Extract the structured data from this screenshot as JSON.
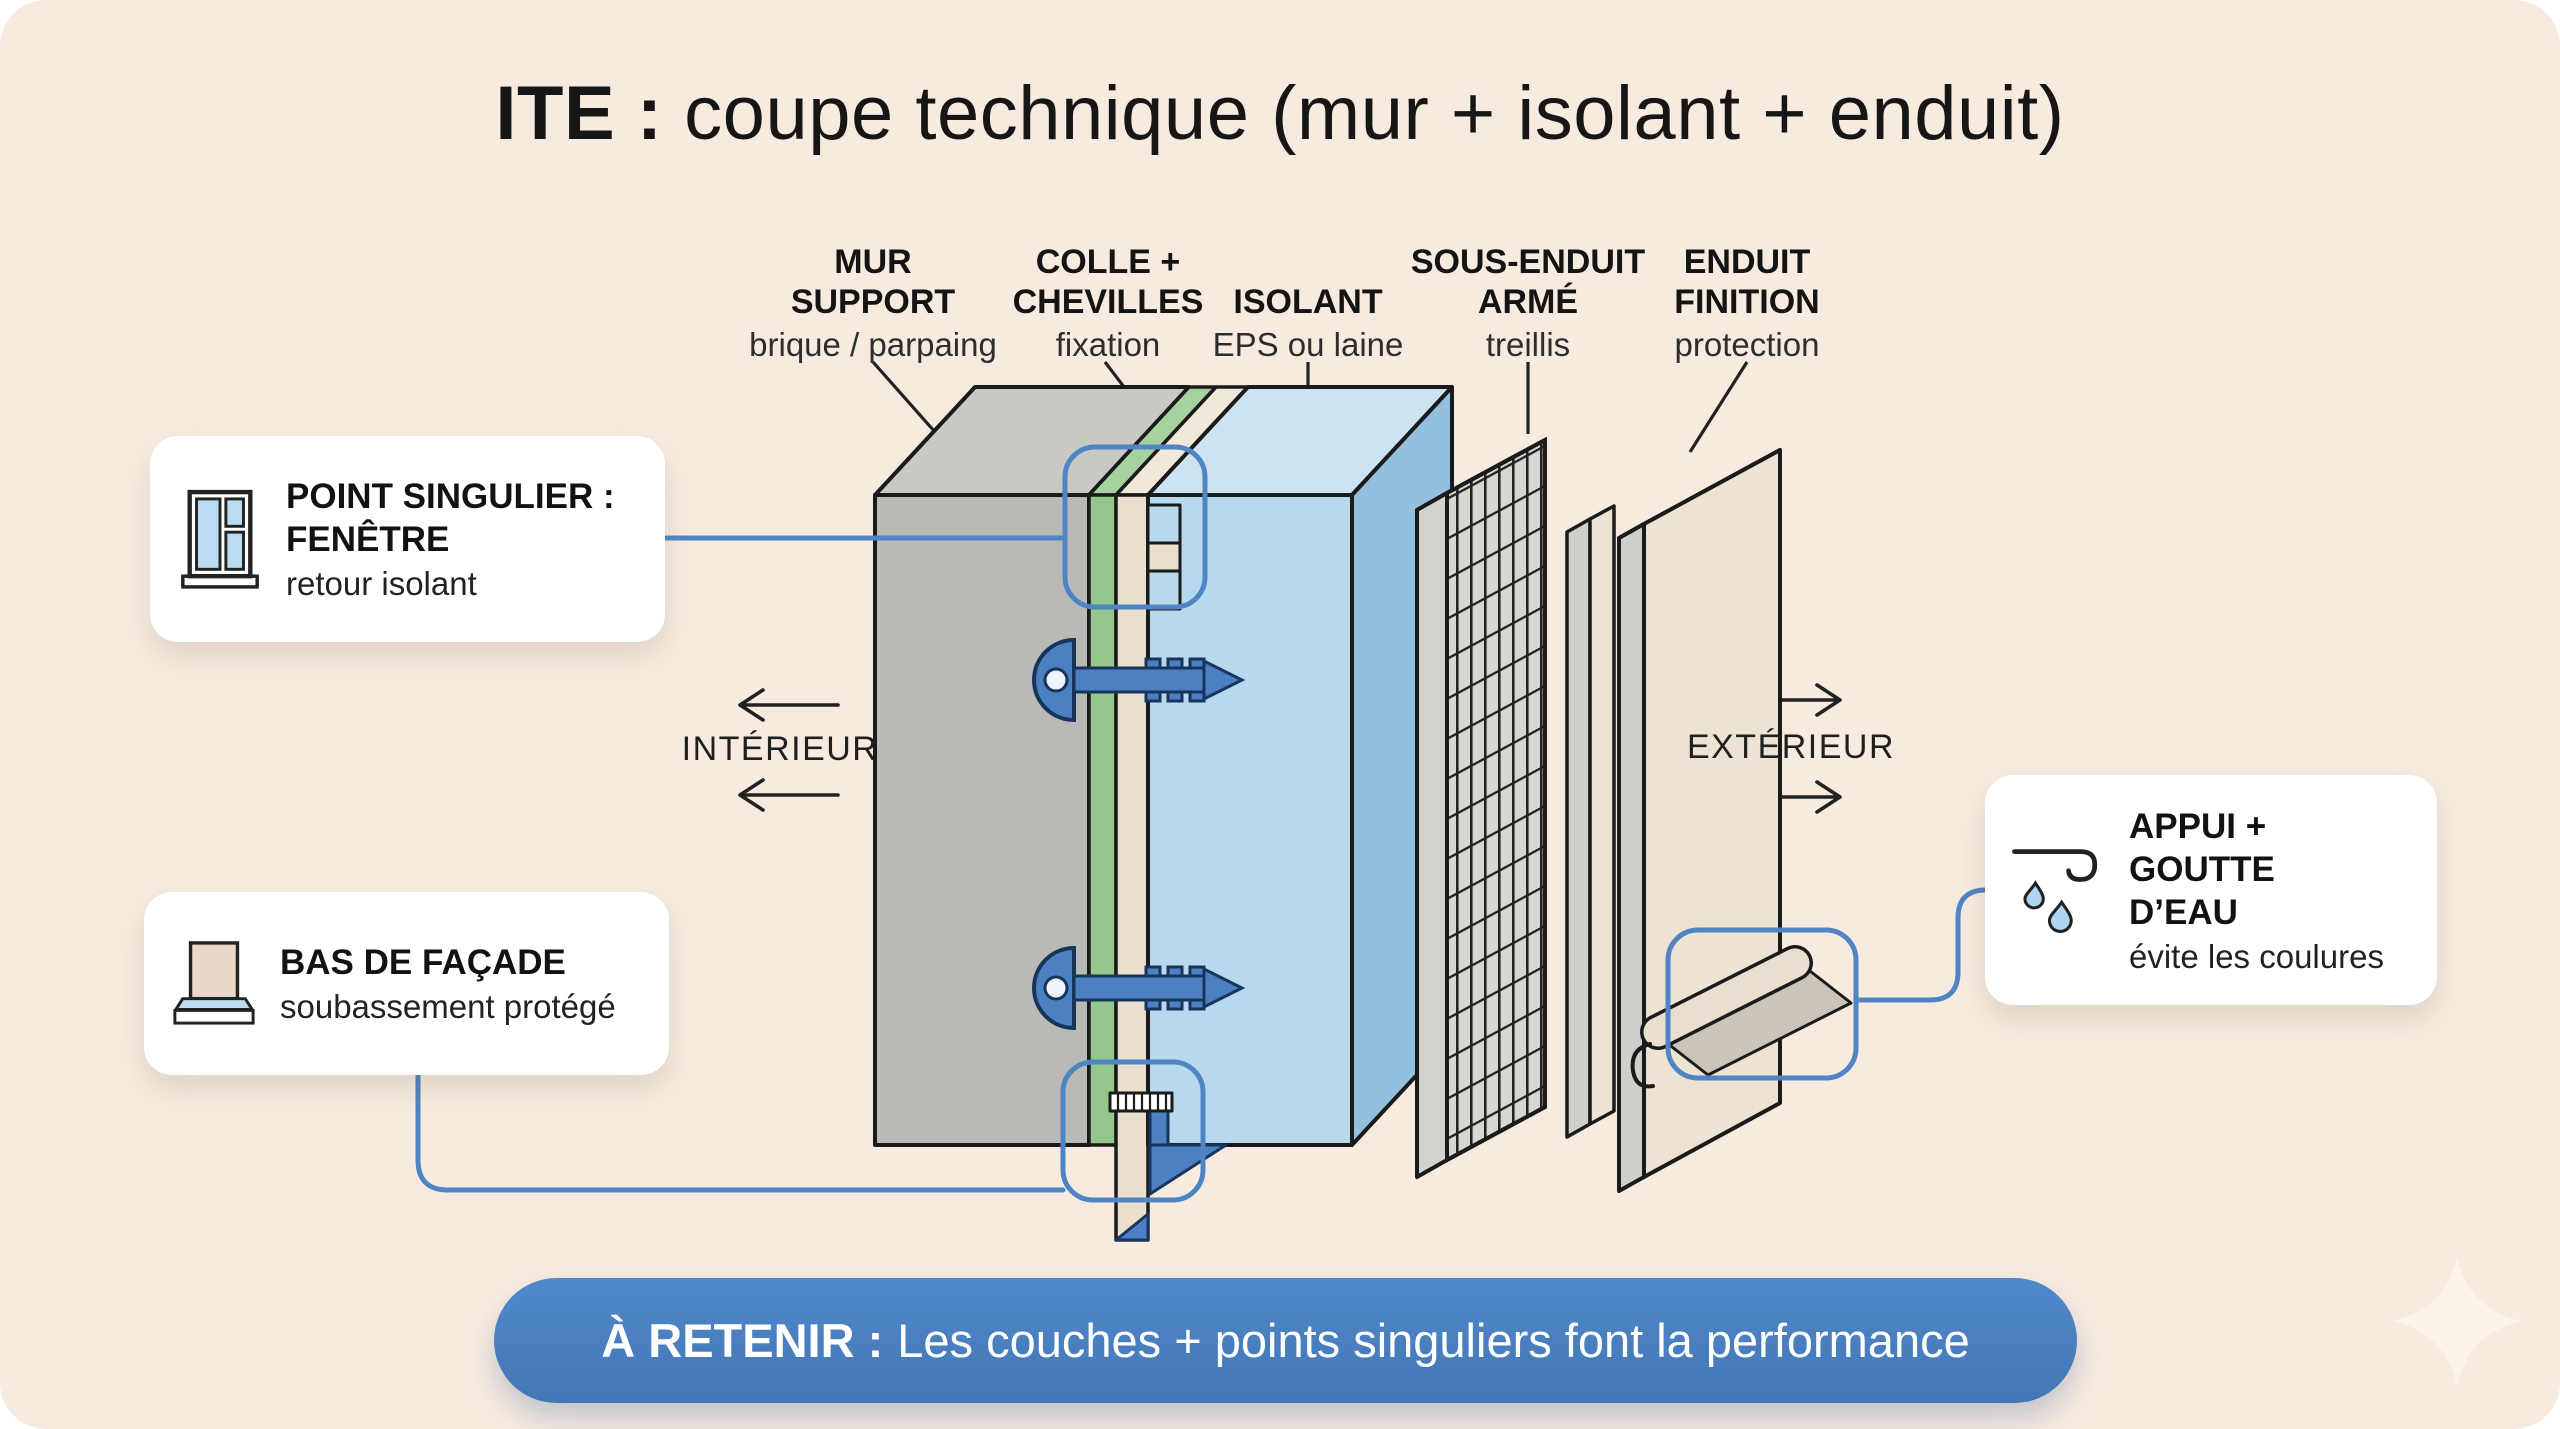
{
  "title": {
    "prefix": "ITE :",
    "rest": " coupe technique (mur + isolant + enduit)"
  },
  "layers": [
    {
      "title": "MUR\nSUPPORT",
      "sub": "brique / parpaing"
    },
    {
      "title": "COLLE +\nCHEVILLES",
      "sub": "fixation"
    },
    {
      "title": "ISOLANT",
      "sub": "EPS ou laine"
    },
    {
      "title": "SOUS-ENDUIT\nARMÉ",
      "sub": "treillis"
    },
    {
      "title": "ENDUIT\nFINITION",
      "sub": "protection"
    }
  ],
  "sides": {
    "interior": "INTÉRIEUR",
    "exterior": "EXTÉRIEUR"
  },
  "callouts": {
    "window": {
      "title": "POINT SINGULIER :\nFENÊTRE",
      "sub": "retour isolant"
    },
    "base": {
      "title": "BAS DE FAÇADE",
      "sub": "soubassement protégé"
    },
    "sill": {
      "title": "APPUI + GOUTTE\nD’EAU",
      "sub": "évite les coulures"
    }
  },
  "banner": {
    "prefix": "À RETENIR :",
    "rest": "Les couches + points singuliers font la performance"
  },
  "colors": {
    "card_background": "#f7ebe0",
    "accent_blue": "#4f85c5",
    "banner_blue": "#4a80c2",
    "anchor_blue": "#4d80c0",
    "wall_gray": "#b9b9b5",
    "glue_green": "#94c78c",
    "insulation_blue": "#b7d9ee",
    "render_cream": "#e9dfcc",
    "outline": "#1b1b1b"
  }
}
